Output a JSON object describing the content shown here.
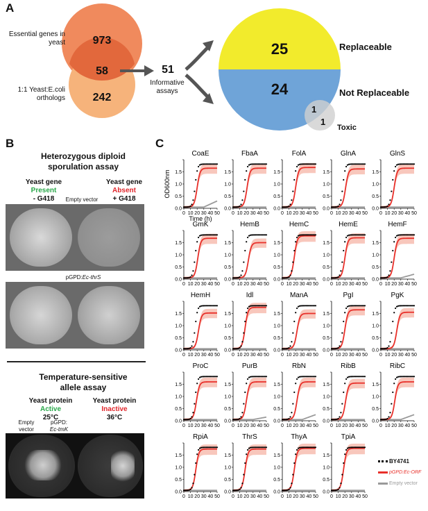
{
  "panel_a": {
    "label": "A",
    "essential_label": "Essential genes in yeast",
    "ortholog_label": "1:1 Yeast:E.coli orthologs",
    "essential_only": "973",
    "overlap": "58",
    "ortholog_only": "242",
    "informative_count": "51",
    "informative_label": "Informative assays",
    "replaceable_count": "25",
    "replaceable_label": "Replaceable",
    "not_replaceable_count": "24",
    "not_replaceable_label": "Not Replaceable",
    "toxic_overlap": "1",
    "toxic_only": "1",
    "toxic_label": "Toxic",
    "colors": {
      "essential": "#f08a5d",
      "ortholog": "#f6b37b",
      "overlap": "#e2683c",
      "replaceable": "#f2eb2c",
      "not_replaceable": "#6fa4d8",
      "toxic": "#cfcfcf"
    }
  },
  "panel_b": {
    "label": "B",
    "title1": "Heterozygous diploid sporulation assay",
    "gene_present_label": "Yeast gene",
    "gene_present": "Present",
    "gene_present_drug": "- G418",
    "gene_absent_label": "Yeast gene",
    "gene_absent": "Absent",
    "gene_absent_drug": "+ G418",
    "empty_vector": "Empty vector",
    "plasmid": "pGPD:",
    "plasmid_gene": "Ec-thrS",
    "title2": "Temperature-sensitive allele assay",
    "protein_active_label": "Yeast protein",
    "protein_active": "Active",
    "temp_active": "25°C",
    "protein_inactive_label": "Yeast protein",
    "protein_inactive": "Inactive",
    "temp_inactive": "36°C",
    "empty_vector2": "Empty vector",
    "plasmid2": "pGPD:",
    "plasmid2_gene": "Ec-tmK",
    "colors": {
      "present": "#2aa84a",
      "absent": "#e0262b"
    }
  },
  "panel_c": {
    "label": "C",
    "ylabel": "OD600nm",
    "xlabel": "Time (h)",
    "legend": [
      "BY4741",
      "pGPD:Ec-ORF",
      "Empty vector"
    ],
    "legend_colors": [
      "#000000",
      "#e8302a",
      "#9a9a9a"
    ]
  },
  "chart_data": {
    "type": "line",
    "x": [
      0,
      10,
      20,
      30,
      40,
      50
    ],
    "xlim": [
      0,
      50
    ],
    "ylim": [
      0,
      2.0
    ],
    "yticks": [
      0.0,
      0.5,
      1.0,
      1.5,
      2.0
    ],
    "ytick_labels": [
      "0.0",
      "0.5",
      "1.0",
      "1.5",
      ""
    ],
    "series_names": [
      "BY4741",
      "pGPD:Ec-ORF",
      "Empty vector"
    ],
    "panels": [
      {
        "title": "CoaE",
        "wt_plateau": 1.82,
        "wt_mid": 17,
        "orf_plateau": 1.65,
        "orf_mid": 20,
        "ev_rise": 0.25
      },
      {
        "title": "FbaA",
        "wt_plateau": 1.82,
        "wt_mid": 17,
        "orf_plateau": 1.65,
        "orf_mid": 21,
        "ev_rise": 0.0
      },
      {
        "title": "FolA",
        "wt_plateau": 1.82,
        "wt_mid": 17,
        "orf_plateau": 1.68,
        "orf_mid": 20,
        "ev_rise": 0.0
      },
      {
        "title": "GlnA",
        "wt_plateau": 1.82,
        "wt_mid": 17,
        "orf_plateau": 1.62,
        "orf_mid": 21,
        "ev_rise": 0.0
      },
      {
        "title": "GlnS",
        "wt_plateau": 1.82,
        "wt_mid": 17,
        "orf_plateau": 1.65,
        "orf_mid": 20,
        "ev_rise": 0.0
      },
      {
        "title": "GmK",
        "wt_plateau": 1.82,
        "wt_mid": 17,
        "orf_plateau": 1.68,
        "orf_mid": 21,
        "ev_rise": 0.0
      },
      {
        "title": "HemB",
        "wt_plateau": 1.82,
        "wt_mid": 17,
        "orf_plateau": 1.5,
        "orf_mid": 23,
        "ev_rise": 0.0
      },
      {
        "title": "HemC",
        "wt_plateau": 1.82,
        "wt_mid": 17,
        "orf_plateau": 1.78,
        "orf_mid": 18,
        "ev_rise": 0.0
      },
      {
        "title": "HemE",
        "wt_plateau": 1.82,
        "wt_mid": 17,
        "orf_plateau": 1.7,
        "orf_mid": 20,
        "ev_rise": 0.0
      },
      {
        "title": "HemF",
        "wt_plateau": 1.82,
        "wt_mid": 17,
        "orf_plateau": 1.68,
        "orf_mid": 20,
        "ev_rise": 0.15
      },
      {
        "title": "HemH",
        "wt_plateau": 1.82,
        "wt_mid": 17,
        "orf_plateau": 1.52,
        "orf_mid": 22,
        "ev_rise": 0.0
      },
      {
        "title": "Idl",
        "wt_plateau": 1.82,
        "wt_mid": 17,
        "orf_plateau": 1.75,
        "orf_mid": 18,
        "ev_rise": 0.0
      },
      {
        "title": "ManA",
        "wt_plateau": 1.82,
        "wt_mid": 17,
        "orf_plateau": 1.5,
        "orf_mid": 22,
        "ev_rise": 0.0
      },
      {
        "title": "PgI",
        "wt_plateau": 1.82,
        "wt_mid": 17,
        "orf_plateau": 1.65,
        "orf_mid": 20,
        "ev_rise": 0.0
      },
      {
        "title": "PgK",
        "wt_plateau": 1.82,
        "wt_mid": 17,
        "orf_plateau": 1.55,
        "orf_mid": 24,
        "ev_rise": 0.0
      },
      {
        "title": "ProC",
        "wt_plateau": 1.82,
        "wt_mid": 17,
        "orf_plateau": 1.6,
        "orf_mid": 19,
        "ev_rise": 0.0
      },
      {
        "title": "PurB",
        "wt_plateau": 1.82,
        "wt_mid": 17,
        "orf_plateau": 1.6,
        "orf_mid": 20,
        "ev_rise": 0.1
      },
      {
        "title": "RbN",
        "wt_plateau": 1.82,
        "wt_mid": 17,
        "orf_plateau": 1.6,
        "orf_mid": 22,
        "ev_rise": 0.2
      },
      {
        "title": "RibB",
        "wt_plateau": 1.82,
        "wt_mid": 17,
        "orf_plateau": 1.55,
        "orf_mid": 21,
        "ev_rise": 0.0
      },
      {
        "title": "RibC",
        "wt_plateau": 1.82,
        "wt_mid": 17,
        "orf_plateau": 1.6,
        "orf_mid": 21,
        "ev_rise": 0.2
      },
      {
        "title": "RpiA",
        "wt_plateau": 1.82,
        "wt_mid": 17,
        "orf_plateau": 1.75,
        "orf_mid": 18,
        "ev_rise": 0.0
      },
      {
        "title": "ThrS",
        "wt_plateau": 1.82,
        "wt_mid": 17,
        "orf_plateau": 1.75,
        "orf_mid": 18,
        "ev_rise": 0.0
      },
      {
        "title": "ThyA",
        "wt_plateau": 1.82,
        "wt_mid": 17,
        "orf_plateau": 1.78,
        "orf_mid": 18,
        "ev_rise": 0.0
      },
      {
        "title": "TpiA",
        "wt_plateau": 1.82,
        "wt_mid": 17,
        "orf_plateau": 1.78,
        "orf_mid": 18,
        "ev_rise": 0.0
      }
    ]
  }
}
